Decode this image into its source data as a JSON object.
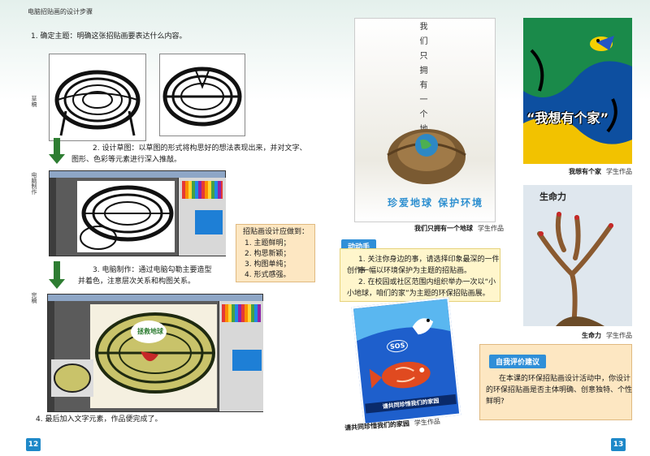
{
  "header": {
    "running_title": "电脑招贴画的设计步骤"
  },
  "left_page": {
    "steps": {
      "step1": "1. 确定主题：明确这张招贴画要表达什么内容。",
      "step2_line1": "2. 设计草图：以草图的形式将构思好的想法表现出来，并对文字、",
      "step2_line2": "图形、色彩等元素进行深入推敲。",
      "step3_line1": "3. 电脑制作：通过电脑勾勒主要造型",
      "step3_line2": "并着色，注意层次关系和构图关系。",
      "step4": "4. 最后加入文字元素，作品便完成了。"
    },
    "side_labels": {
      "draft": "草稿",
      "computer": "电脑制作",
      "final": "完稿"
    },
    "tips": {
      "title": "招贴画设计应做到：",
      "items": [
        "1. 主题鲜明；",
        "2. 构思新颖；",
        "3. 构图单纯；",
        "4. 形式感强。"
      ]
    },
    "artwork_text": "拯救地球",
    "page_number": "12"
  },
  "right_page": {
    "poster_main": {
      "vertical_text": "我们只拥有一个地球",
      "slogan": "珍爱地球 保护环境",
      "caption": "我们只拥有一个地球",
      "author": "学生作品"
    },
    "poster_home": {
      "title": "“我想有个家”",
      "caption": "我想有个家",
      "author": "学生作品"
    },
    "poster_tree": {
      "title": "生命力",
      "caption": "生命力",
      "author": "学生作品"
    },
    "poster_fish": {
      "badge": "SOS",
      "banner": "请共同珍惜我们的家园",
      "caption": "请共同珍惜我们的家园",
      "author": "学生作品"
    },
    "activity": {
      "title": "动动手",
      "p1_line1": "1. 关注你身边的事，请选择印象最深的一件事",
      "p1_line2": "创作一幅以环境保护为主题的招贴画。",
      "p2_line1": "2. 在校园或社区范围内组织举办一次以“小",
      "p2_line2": "小地球，咱们的家”为主题的环保招贴画展。"
    },
    "evaluation": {
      "title": "自我评价建议",
      "line1": "在本课的环保招贴画设计活动中，你设计",
      "line2": "的环保招贴画是否主体明确、创意独特、个性",
      "line3": "鲜明?"
    },
    "page_number": "13"
  }
}
